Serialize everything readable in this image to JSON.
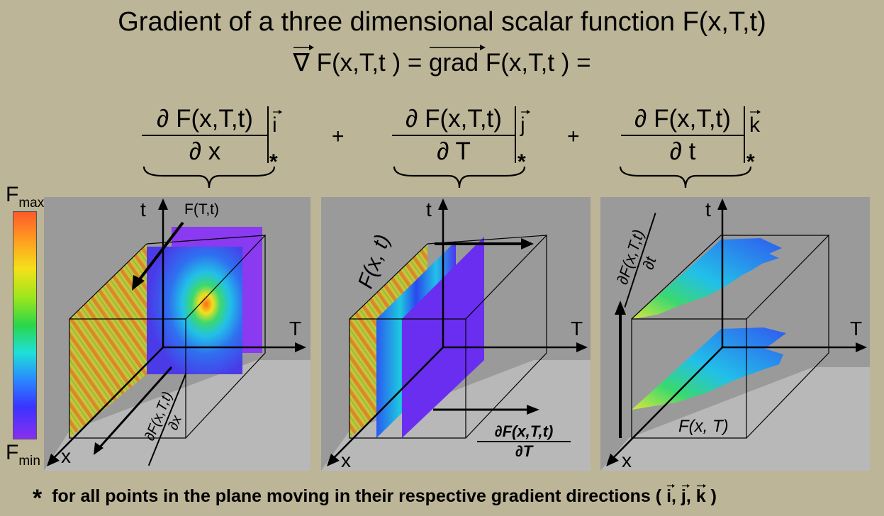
{
  "title": "Gradient of a three dimensional scalar function F(x,T,t)",
  "gradient_line": {
    "nabla_symbol": "∇",
    "lhs": "F(x,T,t ) =",
    "grad_word": "grad",
    "rhs": "F(x,T,t ) ="
  },
  "terms": [
    {
      "numerator": "∂ F(x,T,t)",
      "denominator": "∂ x",
      "unit_vector": "i",
      "marker": "*"
    },
    {
      "numerator": "∂ F(x,T,t)",
      "denominator": "∂ T",
      "unit_vector": "j",
      "marker": "*"
    },
    {
      "numerator": "∂ F(x,T,t)",
      "denominator": "∂ t",
      "unit_vector": "k",
      "marker": "*"
    }
  ],
  "plus_sign": "+",
  "colorbar": {
    "max_label": "F",
    "max_sub": "max",
    "min_label": "F",
    "min_sub": "min"
  },
  "panels": [
    {
      "axis_t": "t",
      "axis_T": "T",
      "axis_x": "x",
      "surface_label": "F(T,t)",
      "deriv_num": "∂F(x,T,t)",
      "deriv_den": "∂x"
    },
    {
      "axis_t": "t",
      "axis_T": "T",
      "axis_x": "x",
      "surface_label": "F(x, t)",
      "deriv_num": "∂F(x,T,t)",
      "deriv_den": "∂T"
    },
    {
      "axis_t": "t",
      "axis_T": "T",
      "axis_x": "x",
      "surface_label": "F(x, T)",
      "deriv_num": "∂F(x,T,t)",
      "deriv_den": "∂t"
    }
  ],
  "footer": {
    "star": "*",
    "text": "for all points in the plane moving in their respective gradient directions (",
    "i": "i",
    "j": "j",
    "k": "k",
    "close": ")"
  },
  "colors": {
    "background": "#bcb597",
    "panel": "#9a9a9a",
    "panel_floor": "#b8b8b8"
  }
}
